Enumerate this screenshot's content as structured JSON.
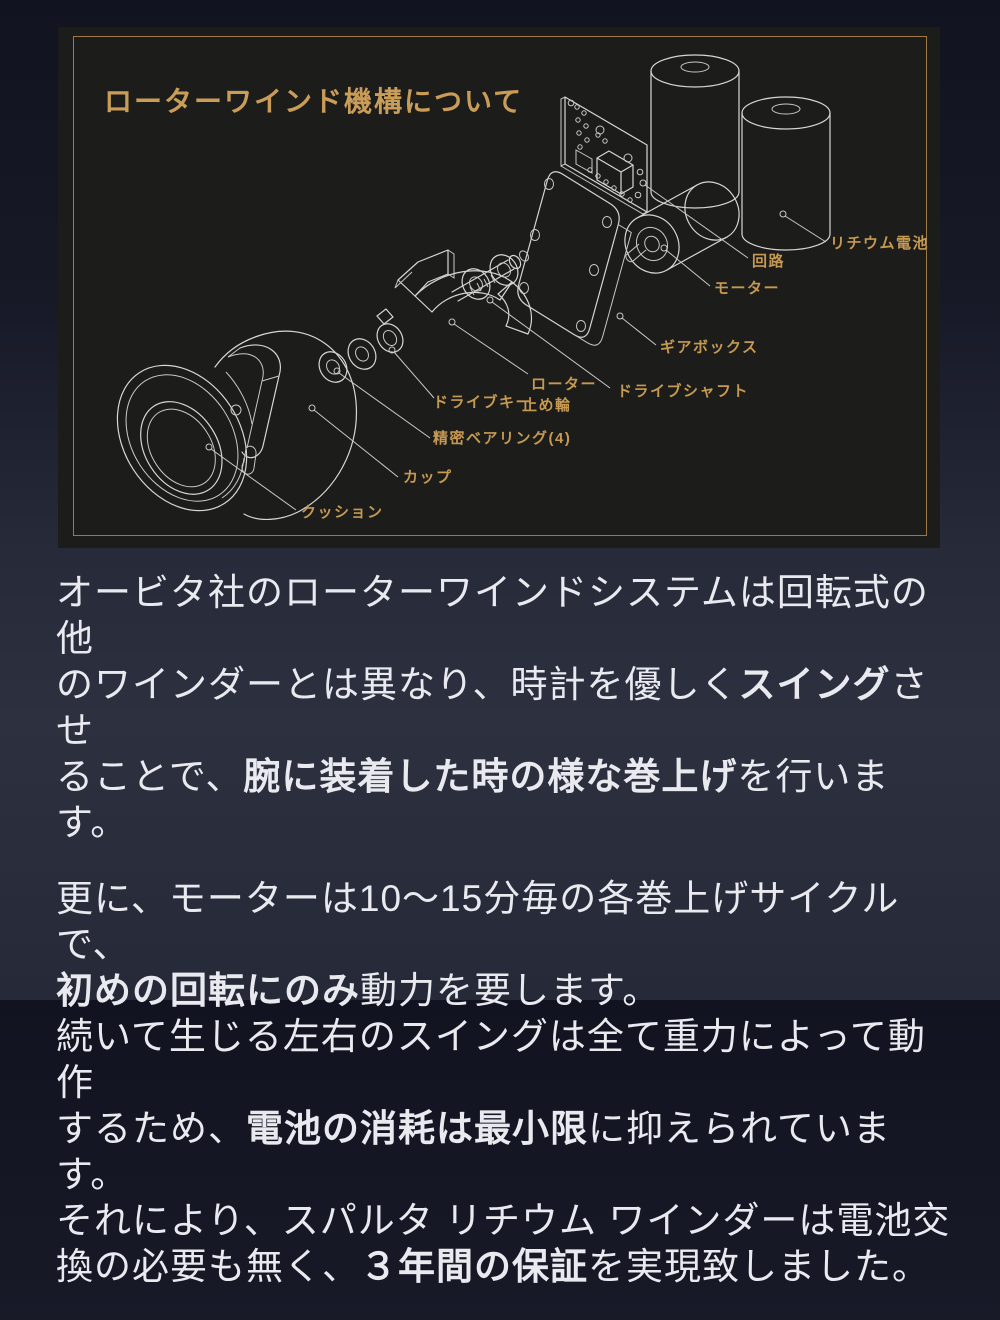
{
  "diagram": {
    "title": "ローターワインド機構について",
    "labels": {
      "battery": "リチウム電池",
      "circuit": "回路",
      "motor": "モーター",
      "gearbox": "ギアボックス",
      "driveshaft": "ドライブシャフト",
      "rotor_line1": "ローター",
      "rotor_line2": "止め輪",
      "drivekey": "ドライブキー",
      "bearing": "精密ベアリング(4)",
      "cup": "カップ",
      "cushion": "クッション"
    },
    "colors": {
      "accent_gold": "#c69953",
      "border_gold": "#9c7a42",
      "panel_background": "#1c1c1a",
      "drawing_line": "#d6d6d4",
      "page_background": "#262a39",
      "body_text": "#e9eaef"
    }
  },
  "body": {
    "paragraphs": [
      {
        "segments": [
          {
            "t": "オービタ社のローターワインドシステムは回転式の他\nのワインダーとは異なり、時計を優しく",
            "b": false
          },
          {
            "t": "スイング",
            "b": true
          },
          {
            "t": "させ\nることで、",
            "b": false
          },
          {
            "t": "腕に装着した時の様な巻上げ",
            "b": true
          },
          {
            "t": "を行います。",
            "b": false
          }
        ]
      },
      {
        "segments": [
          {
            "t": "更に、モーターは10〜15分毎の各巻上げサイクルで、\n",
            "b": false
          },
          {
            "t": "初めの回転にのみ",
            "b": true
          },
          {
            "t": "動力を要します。\n続いて生じる左右のスイングは全て重力によって動作\nするため、",
            "b": false
          },
          {
            "t": "電池の消耗は最小限",
            "b": true
          },
          {
            "t": "に抑えられています。\nそれにより、スパルタ リチウム ワインダーは電池交\n換の必要も無く、",
            "b": false
          },
          {
            "t": "３年間の保証",
            "b": true
          },
          {
            "t": "を実現致しました。",
            "b": false
          }
        ]
      }
    ]
  }
}
